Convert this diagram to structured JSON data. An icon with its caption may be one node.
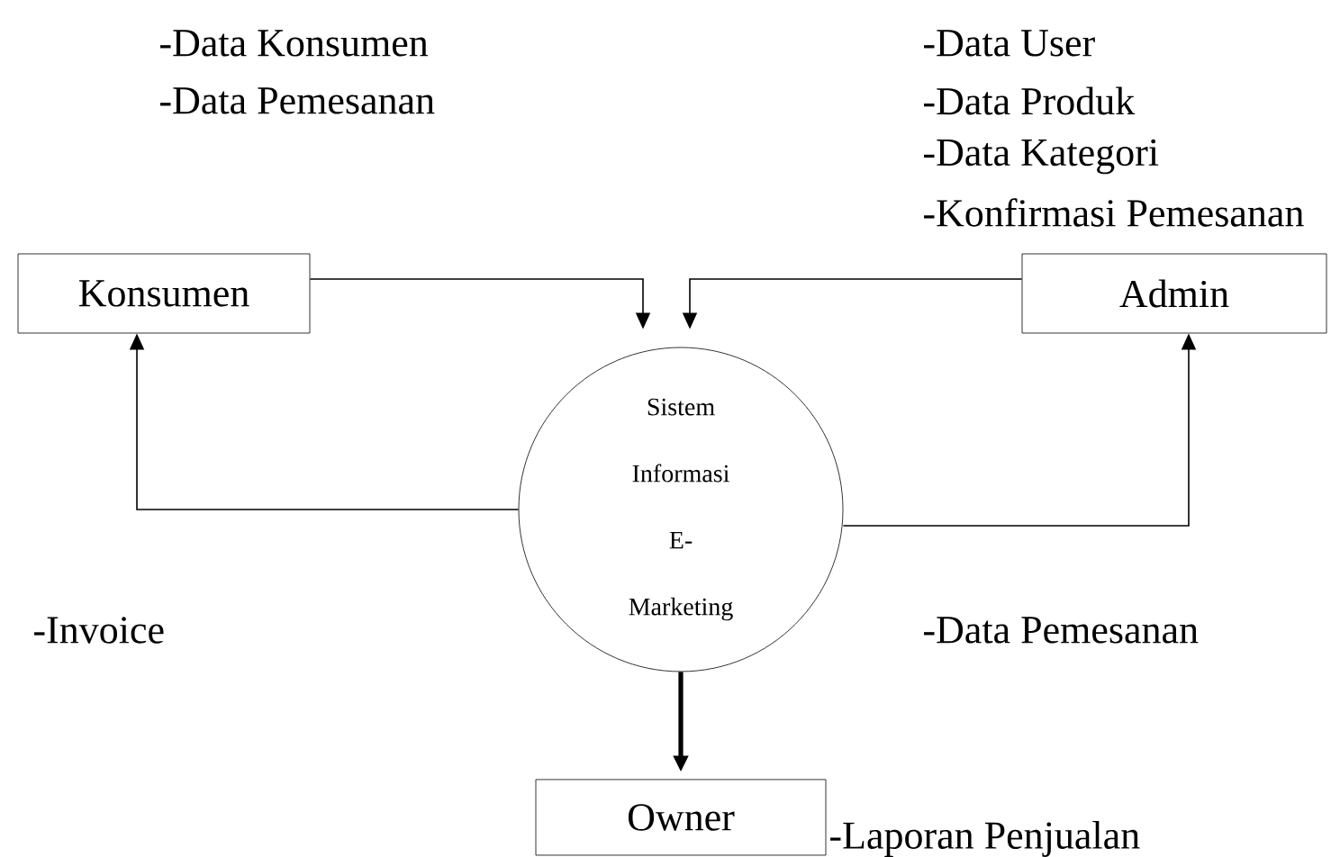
{
  "diagram": {
    "nodes": [
      {
        "text": [
          "Konsumen"
        ]
      },
      {
        "text": [
          "Sistem Informasi E-Marketing"
        ]
      },
      {
        "text": [
          "Admin"
        ]
      },
      {
        "text": [
          "Owner"
        ]
      }
    ],
    "edges": [
      {
        "from": 0,
        "to": 1,
        "arrow": "to"
      },
      {
        "from": 2,
        "to": 1,
        "arrow": "to"
      },
      {
        "from": 1,
        "to": 0,
        "arrow": "to"
      },
      {
        "from": 1,
        "to": 2,
        "arrow": "to"
      },
      {
        "from": 1,
        "to": 3,
        "arrow": "to",
        "style": "thick"
      }
    ],
    "labels": [
      "-Data Konsumen",
      "-Data Pemesanan",
      "-Data User",
      "-Data Produk",
      "-Data Kategori",
      "-Konfirmasi Pemesanan",
      "-Invoice",
      "-Data Pemesanan",
      "-Laporan Penjualan"
    ]
  }
}
